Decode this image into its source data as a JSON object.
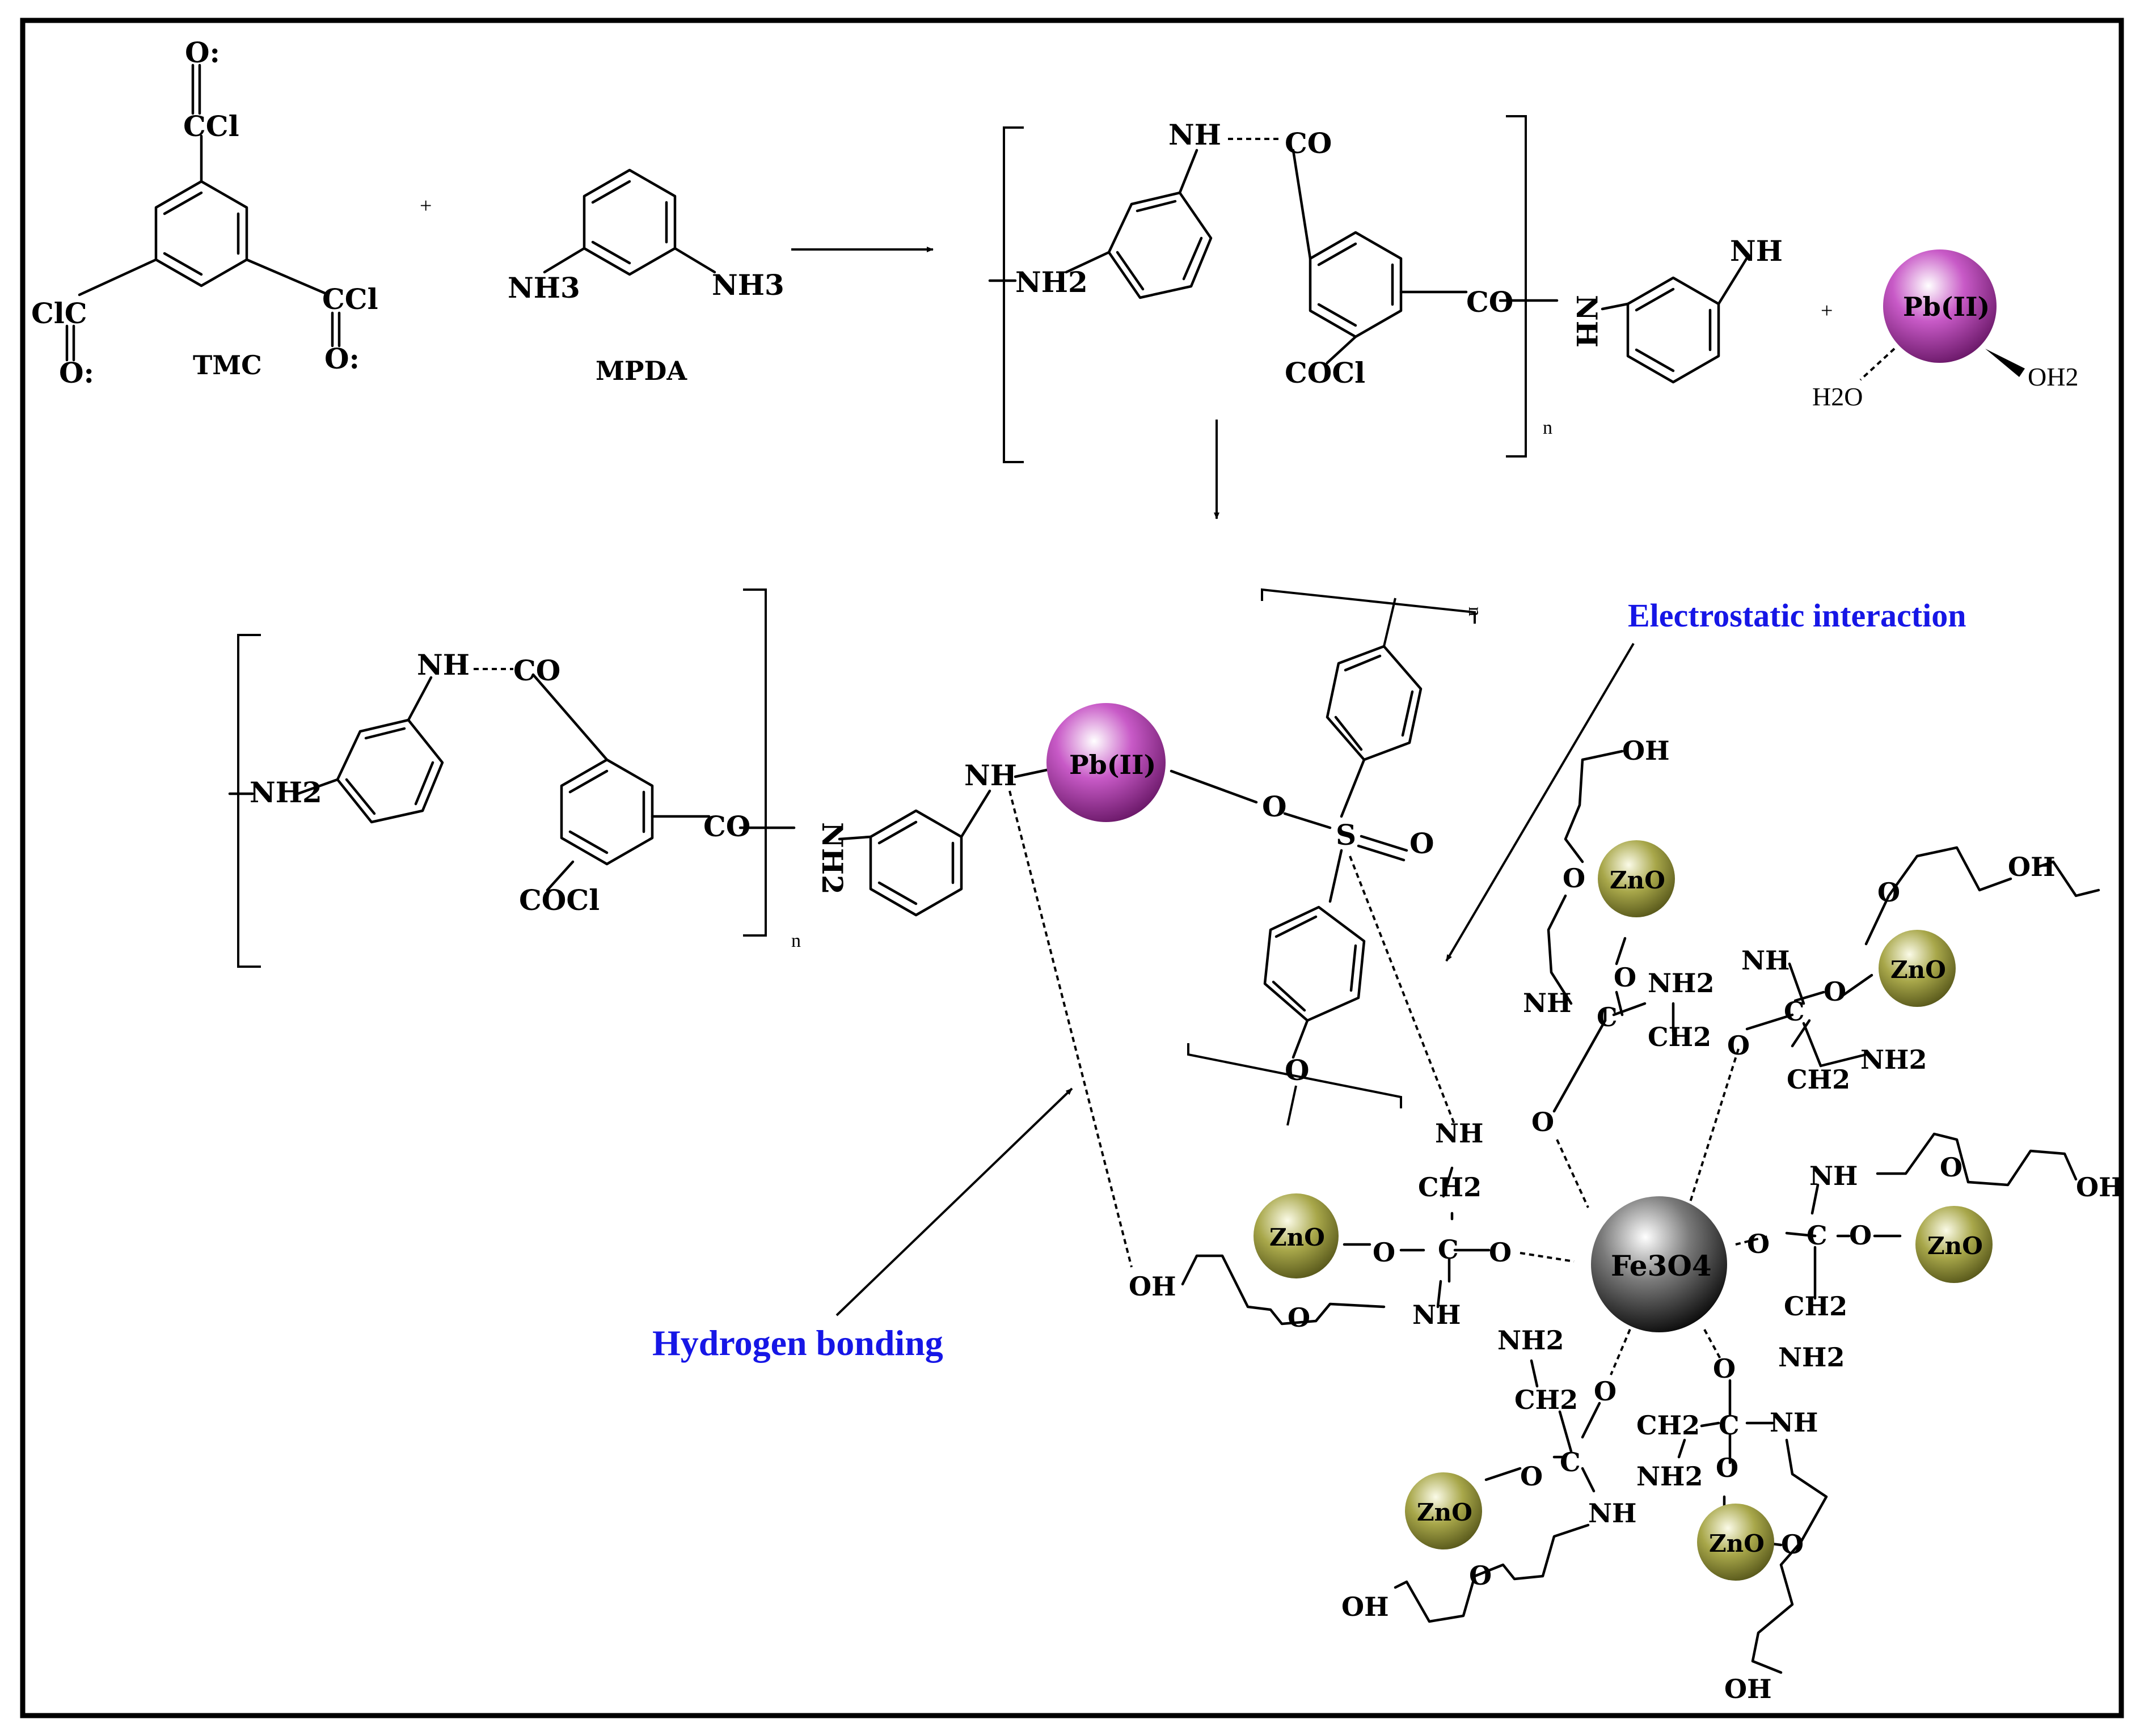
{
  "title": "",
  "colors": {
    "caption": "#1616e6",
    "pb_ion": "#a0249e",
    "zno_particle": "#8b8a2f",
    "fe3o4_core": "#3a3a3a",
    "ink": "#000000"
  },
  "reactants": {
    "tmc_label": "TMC",
    "mpda_label": "MPDA",
    "plus": "+",
    "tmc_groups": [
      "CCl",
      "O:",
      "ClC",
      "O:",
      "CCl",
      "O:"
    ],
    "mpda_groups": [
      "NH3",
      "NH3"
    ]
  },
  "polymer_top": {
    "groups": [
      "NH",
      "CO",
      "NH2",
      "CO",
      "NH",
      "COCl",
      "NH"
    ],
    "repeat": "n"
  },
  "pb_complex": {
    "plus": "+",
    "ion": "Pb(II)",
    "ligand_left": "H2O",
    "ligand_right": "OH2"
  },
  "polymer_bottom": {
    "groups": [
      "NH",
      "CO",
      "NH2",
      "CO",
      "NH2",
      "COCl",
      "NH"
    ],
    "repeat": "n",
    "ion": "Pb(II)"
  },
  "sulfone": {
    "atom_s": "S",
    "atom_o": "O",
    "repeat": "n"
  },
  "captions": {
    "electrostatic": "Electrostatic interaction",
    "hydrogen": "Hydrogen bonding"
  },
  "nanocomposite": {
    "core": "Fe3O4",
    "particle": "ZnO",
    "groups": [
      "OH",
      "O",
      "NH",
      "NH2",
      "CH2",
      "C",
      "NH"
    ]
  }
}
